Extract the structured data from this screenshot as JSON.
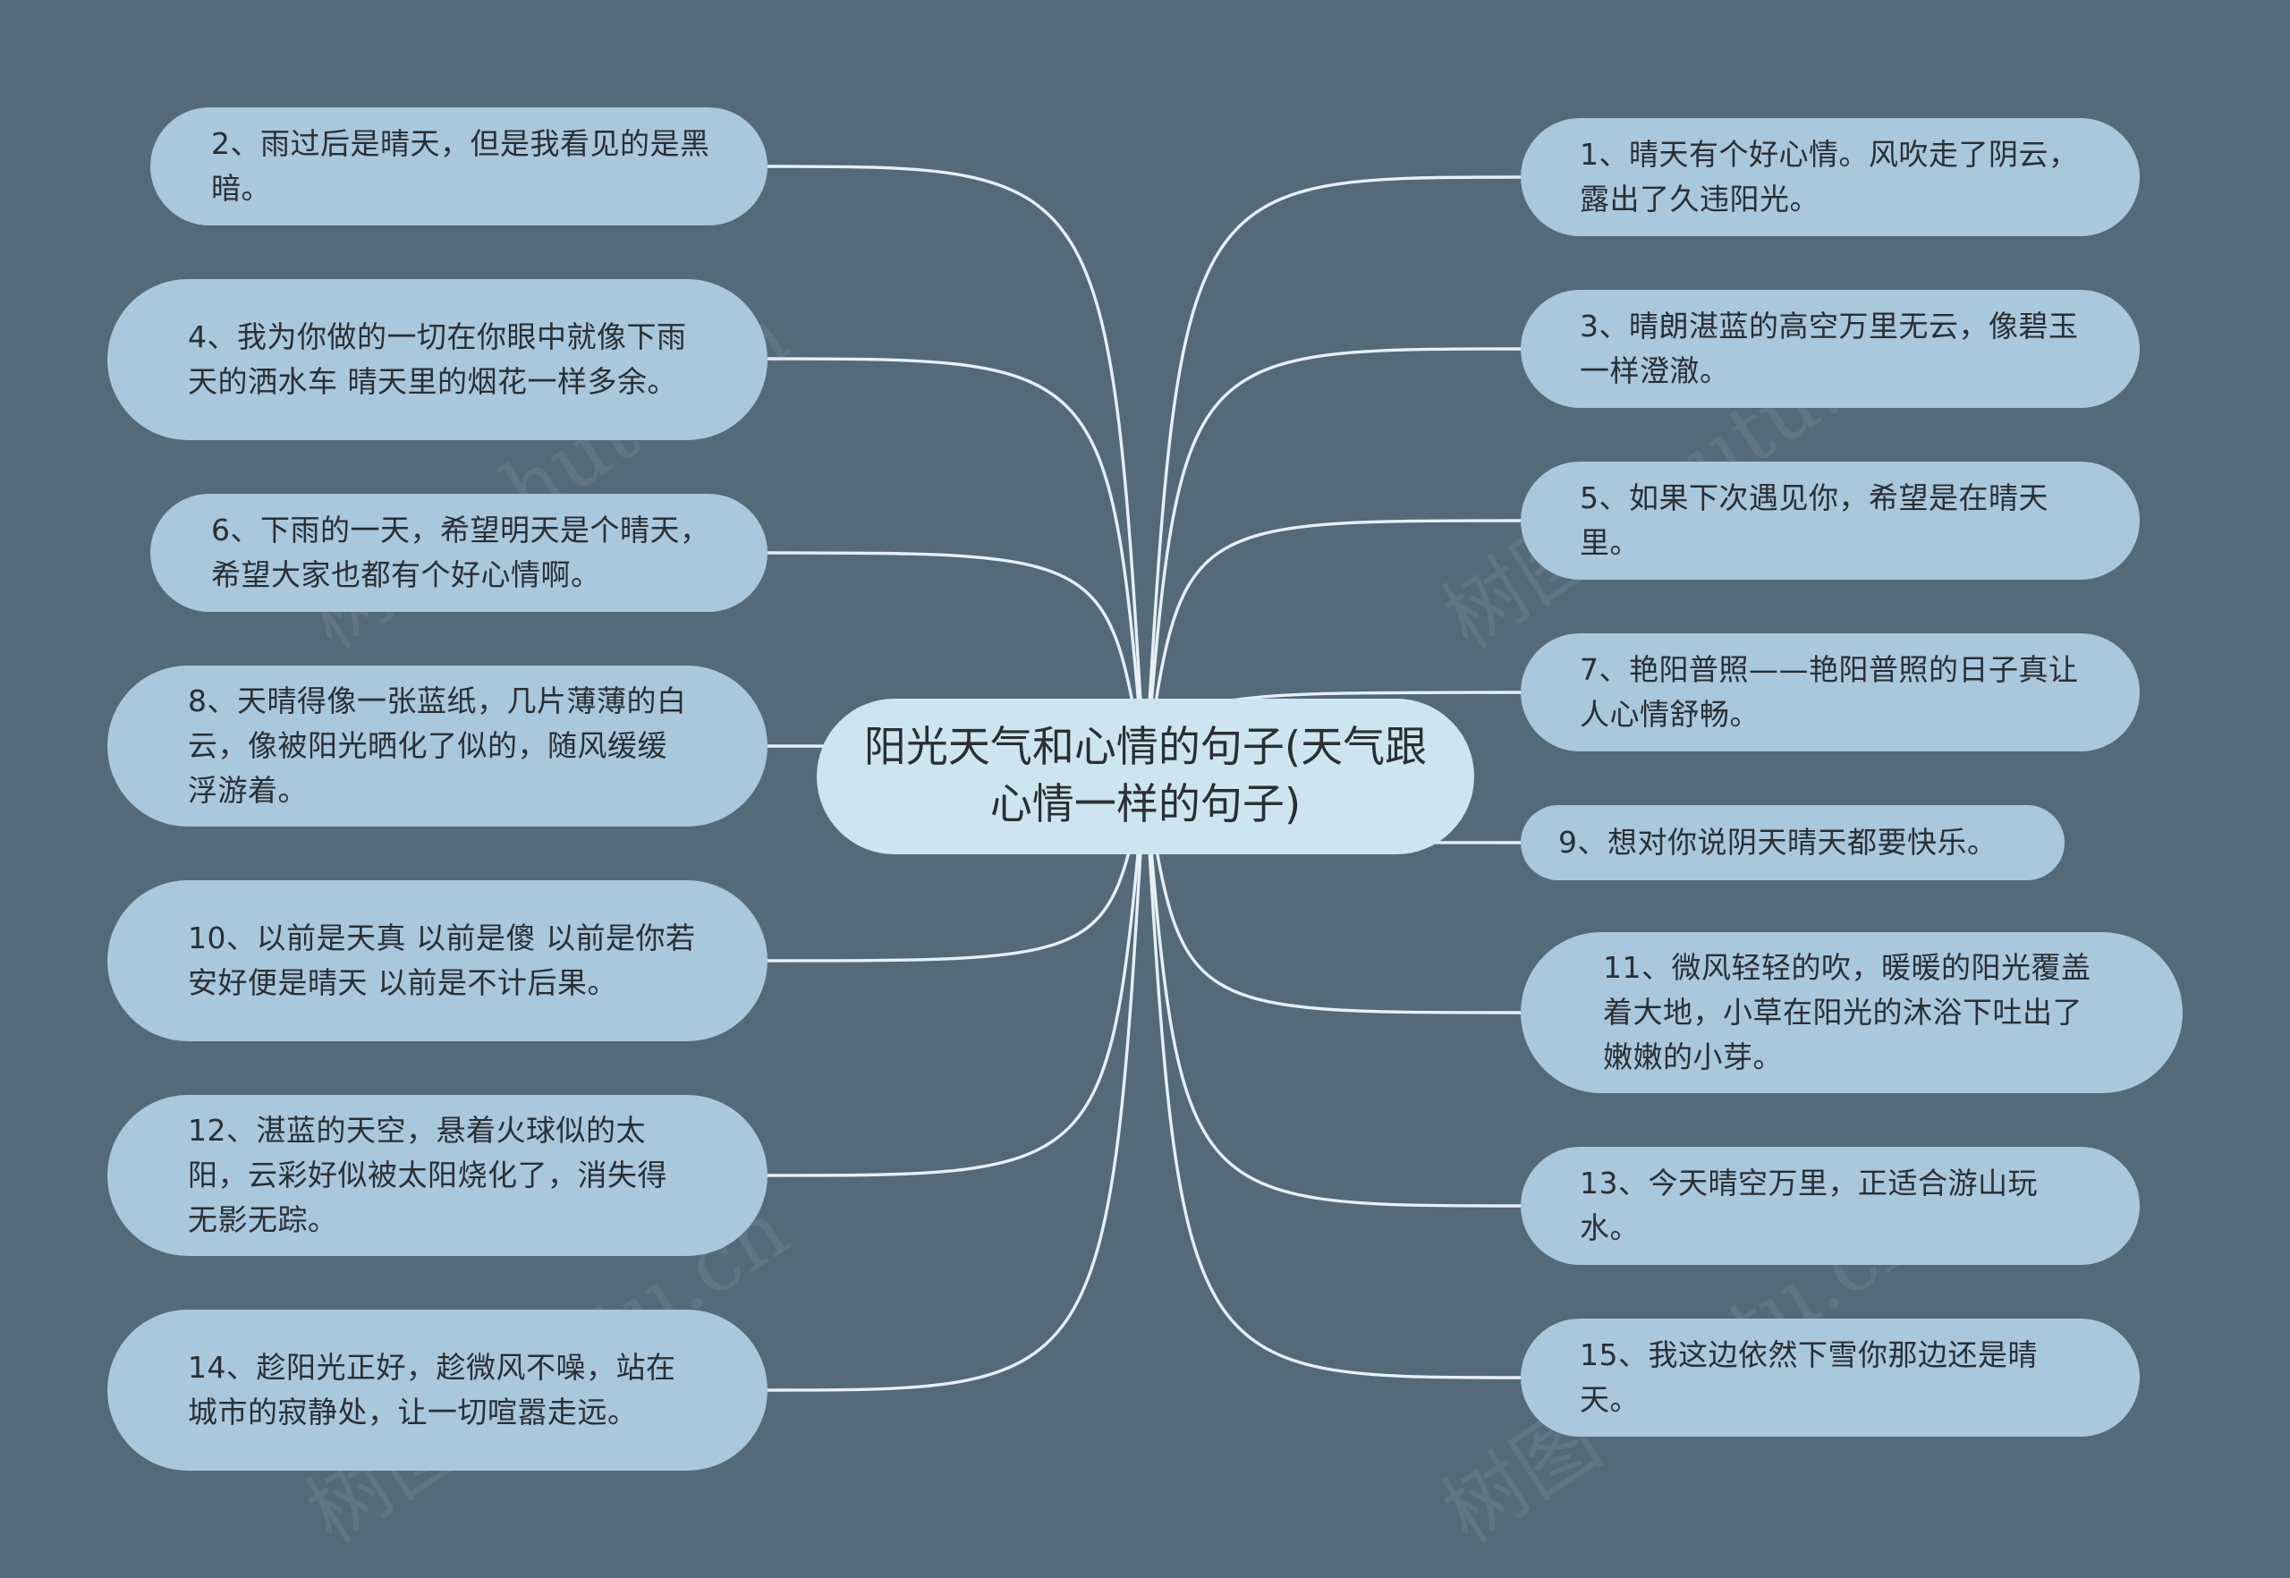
{
  "root": {
    "text": "阳光天气和心情的句子(天气跟心情一样的句子)"
  },
  "left_nodes": [
    {
      "text": "2、雨过后是晴天，但是我看见的是黑暗。"
    },
    {
      "text": "4、我为你做的一切在你眼中就像下雨天的洒水车 晴天里的烟花一样多余。"
    },
    {
      "text": "6、下雨的一天，希望明天是个晴天，希望大家也都有个好心情啊。"
    },
    {
      "text": "8、天晴得像一张蓝纸，几片薄薄的白云，像被阳光晒化了似的，随风缓缓浮游着。"
    },
    {
      "text": "10、以前是天真 以前是傻 以前是你若安好便是晴天 以前是不计后果。"
    },
    {
      "text": "12、湛蓝的天空，悬着火球似的太阳，云彩好似被太阳烧化了，消失得无影无踪。"
    },
    {
      "text": "14、趁阳光正好，趁微风不噪，站在城市的寂静处，让一切喧嚣走远。"
    }
  ],
  "right_nodes": [
    {
      "text": "1、晴天有个好心情。风吹走了阴云，露出了久违阳光。"
    },
    {
      "text": "3、晴朗湛蓝的高空万里无云，像碧玉一样澄澈。"
    },
    {
      "text": "5、如果下次遇见你，希望是在晴天里。"
    },
    {
      "text": "7、艳阳普照——艳阳普照的日子真让人心情舒畅。"
    },
    {
      "text": "9、想对你说阴天晴天都要快乐。"
    },
    {
      "text": "11、微风轻轻的吹，暖暖的阳光覆盖着大地，小草在阳光的沐浴下吐出了嫩嫩的小芽。"
    },
    {
      "text": "13、今天晴空万里，正适合游山玩水。"
    },
    {
      "text": "15、我这边依然下雪你那边还是晴天。"
    }
  ],
  "watermark": "树图 shutu.cn",
  "colors": {
    "background": "#546a79",
    "node": "#a9c7dd",
    "root": "#cde5f1",
    "line": "#e6f0f6"
  }
}
